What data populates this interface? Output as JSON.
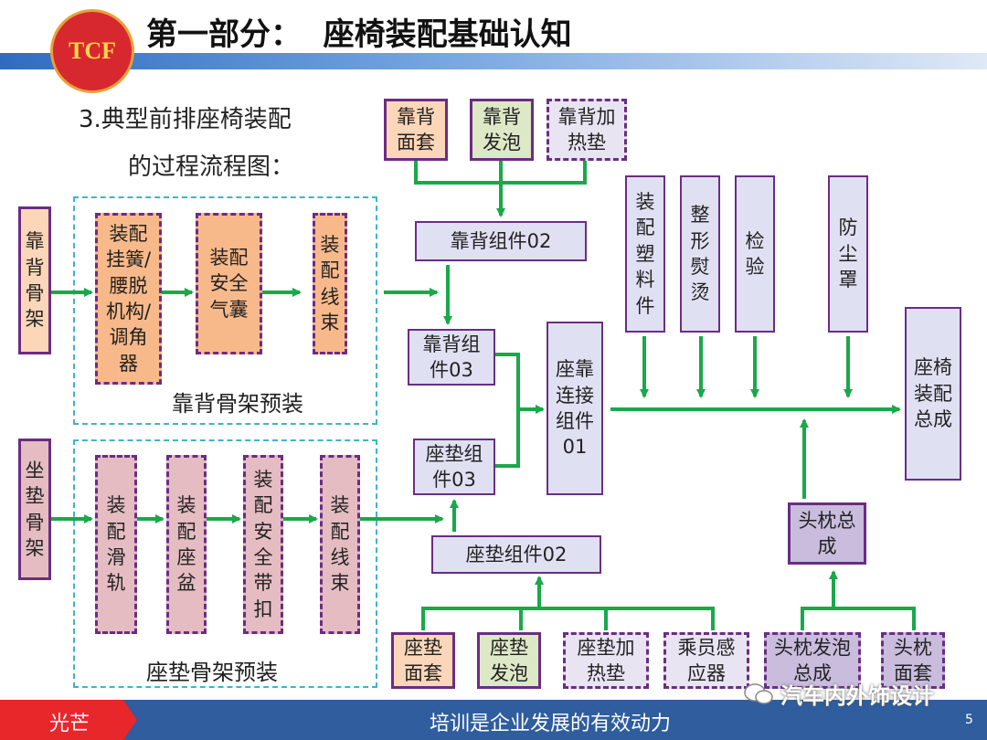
{
  "header": {
    "logo_text": "TCF",
    "title": "第一部分：  座椅装配基础认知",
    "subtitle_line1": "3.典型前排座椅装配",
    "subtitle_line2": "的过程流程图："
  },
  "groups": {
    "backrest_frame_preassembly": "靠背骨架预装",
    "cushion_frame_preassembly": "座垫骨架预装"
  },
  "nodes": {
    "backrest_frame": "靠\n背\n骨\n架",
    "spring_lumbar": "装配\n挂簧/\n腰脱\n机构/\n调角\n器",
    "airbag": "装配\n安全\n气囊",
    "harness_back": "装\n配\n线\n束",
    "cushion_frame": "坐\n垫\n骨\n架",
    "slide_rail": "装\n配\n滑\n轨",
    "seat_pan": "装\n配\n座\n盆",
    "buckle": "装\n配\n安\n全\n带\n扣",
    "harness_cushion": "装\n配\n线\n束",
    "back_cover": "靠背\n面套",
    "back_foam": "靠背\n发泡",
    "back_heater": "靠背加\n热垫",
    "back_assy02": "靠背组件02",
    "back_assy03": "靠背组\n件03",
    "cushion_assy03": "座垫组\n件03",
    "seat_back_link": "座靠\n连接\n组件\n01",
    "plastic_parts": "装\n配\n塑\n料\n件",
    "ironing": "整\n形\n熨\n烫",
    "inspection": "检\n验",
    "dust_cover": "防\n尘\n罩",
    "seat_assembly": "座椅\n装配\n总成",
    "headrest_assy": "头枕总\n成",
    "cushion_assy02": "座垫组件02",
    "cushion_cover": "座垫\n面套",
    "cushion_foam": "座垫\n发泡",
    "cushion_heater": "座垫加\n热垫",
    "occupant_sensor": "乘员感\n应器",
    "headrest_foam": "头枕发泡\n总成",
    "headrest_cover": "头枕\n面套"
  },
  "footer": {
    "left_label": "光芒",
    "slogan": "培训是企业发展的有效动力",
    "watermark": "汽车内外饰设计",
    "page_number": "5"
  },
  "colors": {
    "arrow": "#1aa84a",
    "border": "#6b2d83",
    "group_border": "#3fb4c8",
    "footer_blue": "#2f5d9e",
    "footer_red": "#e8272b",
    "header_bar": "#3a6fb5"
  }
}
